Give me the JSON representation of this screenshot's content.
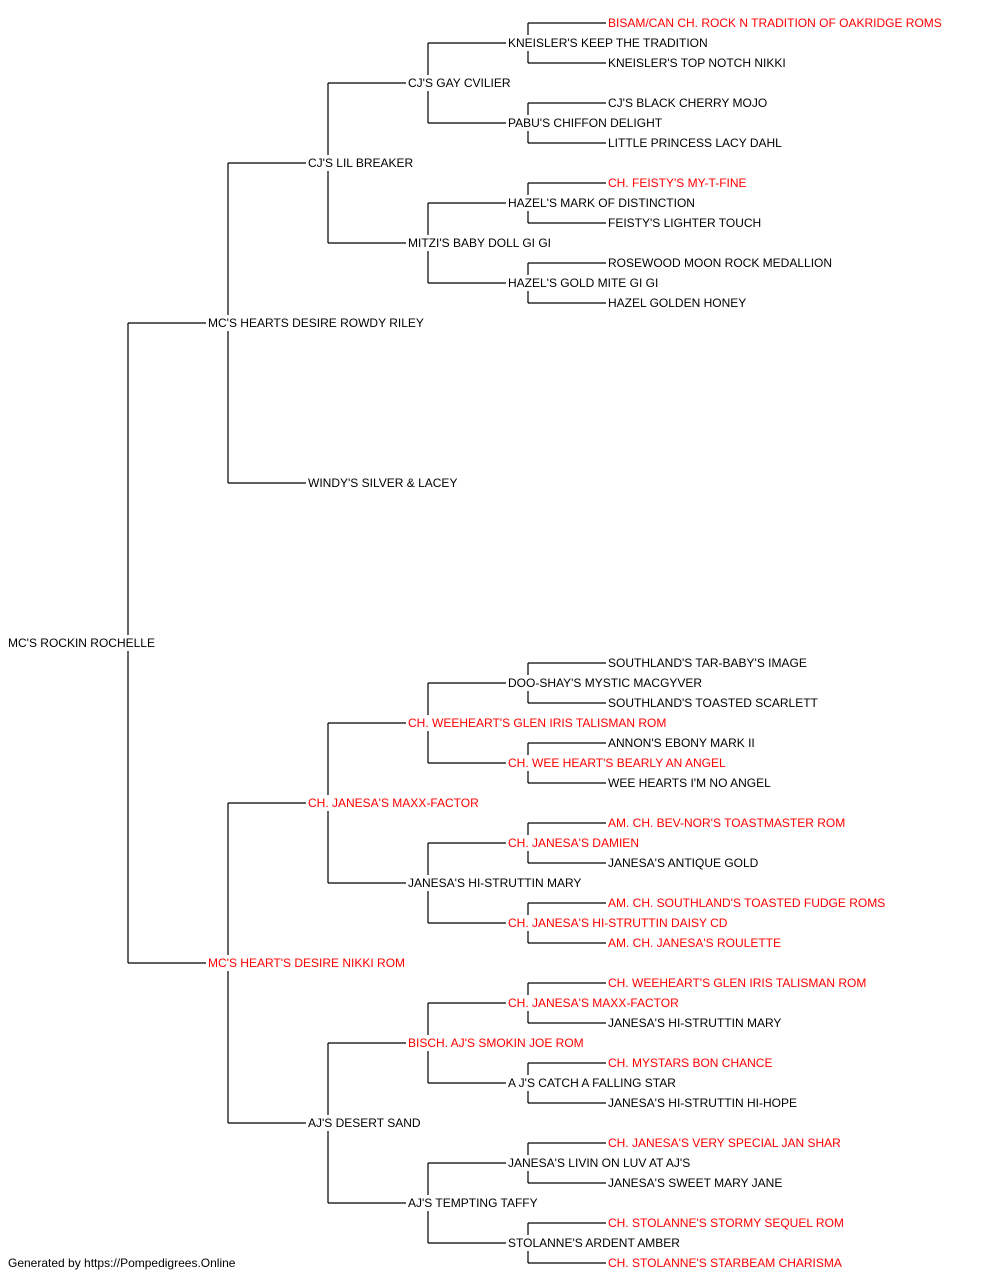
{
  "colors": {
    "normal": "#000000",
    "champion": "#ff0000",
    "line": "#000000"
  },
  "footer": "Generated by https://Pompedigrees.Online",
  "pedigree": {
    "name": "MC'S ROCKIN ROCHELLE",
    "champ": false,
    "sire": {
      "name": "MC'S HEARTS DESIRE ROWDY RILEY",
      "champ": false,
      "sire": {
        "name": "CJ'S LIL BREAKER",
        "champ": false,
        "sire": {
          "name": "CJ'S GAY CVILIER",
          "champ": false,
          "sire": {
            "name": "KNEISLER'S KEEP THE TRADITION",
            "champ": false,
            "sire": {
              "name": "BISAM/CAN CH. ROCK N TRADITION OF OAKRIDGE ROMS",
              "champ": true
            },
            "dam": {
              "name": "KNEISLER'S TOP NOTCH NIKKI",
              "champ": false
            }
          },
          "dam": {
            "name": "PABU'S CHIFFON DELIGHT",
            "champ": false,
            "sire": {
              "name": "CJ'S BLACK CHERRY MOJO",
              "champ": false
            },
            "dam": {
              "name": "LITTLE PRINCESS LACY DAHL",
              "champ": false
            }
          }
        },
        "dam": {
          "name": "MITZI'S BABY DOLL GI GI",
          "champ": false,
          "sire": {
            "name": "HAZEL'S MARK OF DISTINCTION",
            "champ": false,
            "sire": {
              "name": "CH. FEISTY'S MY-T-FINE",
              "champ": true
            },
            "dam": {
              "name": "FEISTY'S LIGHTER TOUCH",
              "champ": false
            }
          },
          "dam": {
            "name": "HAZEL'S GOLD MITE GI GI",
            "champ": false,
            "sire": {
              "name": "ROSEWOOD MOON ROCK MEDALLION",
              "champ": false
            },
            "dam": {
              "name": "HAZEL GOLDEN HONEY",
              "champ": false
            }
          }
        }
      },
      "dam": {
        "name": "WINDY'S SILVER & LACEY",
        "champ": false
      }
    },
    "dam": {
      "name": "MC'S HEART'S DESIRE NIKKI ROM",
      "champ": true,
      "sire": {
        "name": "CH. JANESA'S MAXX-FACTOR",
        "champ": true,
        "sire": {
          "name": "CH. WEEHEART'S GLEN IRIS TALISMAN ROM",
          "champ": true,
          "sire": {
            "name": "DOO-SHAY'S MYSTIC MACGYVER",
            "champ": false,
            "sire": {
              "name": "SOUTHLAND'S TAR-BABY'S IMAGE",
              "champ": false
            },
            "dam": {
              "name": "SOUTHLAND'S TOASTED SCARLETT",
              "champ": false
            }
          },
          "dam": {
            "name": "CH. WEE HEART'S BEARLY AN ANGEL",
            "champ": true,
            "sire": {
              "name": "ANNON'S EBONY MARK II",
              "champ": false
            },
            "dam": {
              "name": "WEE HEARTS I'M NO ANGEL",
              "champ": false
            }
          }
        },
        "dam": {
          "name": "JANESA'S HI-STRUTTIN MARY",
          "champ": false,
          "sire": {
            "name": "CH. JANESA'S DAMIEN",
            "champ": true,
            "sire": {
              "name": "AM. CH. BEV-NOR'S TOASTMASTER ROM",
              "champ": true
            },
            "dam": {
              "name": "JANESA'S ANTIQUE GOLD",
              "champ": false
            }
          },
          "dam": {
            "name": "CH. JANESA'S HI-STRUTTIN DAISY CD",
            "champ": true,
            "sire": {
              "name": "AM. CH. SOUTHLAND'S TOASTED FUDGE ROMS",
              "champ": true
            },
            "dam": {
              "name": "AM. CH. JANESA'S ROULETTE",
              "champ": true
            }
          }
        }
      },
      "dam": {
        "name": "AJ'S DESERT SAND",
        "champ": false,
        "sire": {
          "name": "BISCH. AJ'S SMOKIN JOE ROM",
          "champ": true,
          "sire": {
            "name": "CH. JANESA'S MAXX-FACTOR",
            "champ": true,
            "sire": {
              "name": "CH. WEEHEART'S GLEN IRIS TALISMAN ROM",
              "champ": true
            },
            "dam": {
              "name": "JANESA'S HI-STRUTTIN MARY",
              "champ": false
            }
          },
          "dam": {
            "name": "A J'S CATCH A FALLING STAR",
            "champ": false,
            "sire": {
              "name": "CH. MYSTARS BON CHANCE",
              "champ": true
            },
            "dam": {
              "name": "JANESA'S HI-STRUTTIN HI-HOPE",
              "champ": false
            }
          }
        },
        "dam": {
          "name": "AJ'S TEMPTING TAFFY",
          "champ": false,
          "sire": {
            "name": "JANESA'S LIVIN ON LUV AT AJ'S",
            "champ": false,
            "sire": {
              "name": "CH. JANESA'S VERY SPECIAL JAN SHAR",
              "champ": true
            },
            "dam": {
              "name": "JANESA'S SWEET MARY JANE",
              "champ": false
            }
          },
          "dam": {
            "name": "STOLANNE'S ARDENT AMBER",
            "champ": false,
            "sire": {
              "name": "CH. STOLANNE'S STORMY SEQUEL ROM",
              "champ": true
            },
            "dam": {
              "name": "CH. STOLANNE'S STARBEAM CHARISMA",
              "champ": true
            }
          }
        }
      }
    }
  }
}
